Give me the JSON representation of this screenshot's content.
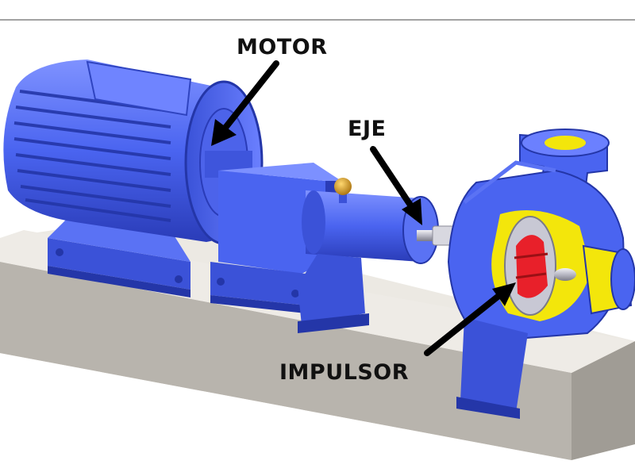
{
  "labels": {
    "motor": "MOTOR",
    "shaft": "EJE",
    "impeller": "IMPULSOR"
  },
  "colors": {
    "pump_body": "#4a64f0",
    "pump_dark": "#2436a8",
    "pump_light": "#8da0ff",
    "impeller": "#e8202a",
    "volute_yellow": "#f3e60b",
    "shaft": "#c8c8d0",
    "concrete": "#e9e6e0",
    "concrete_side": "#b9b6b0",
    "arrow": "#000000"
  }
}
